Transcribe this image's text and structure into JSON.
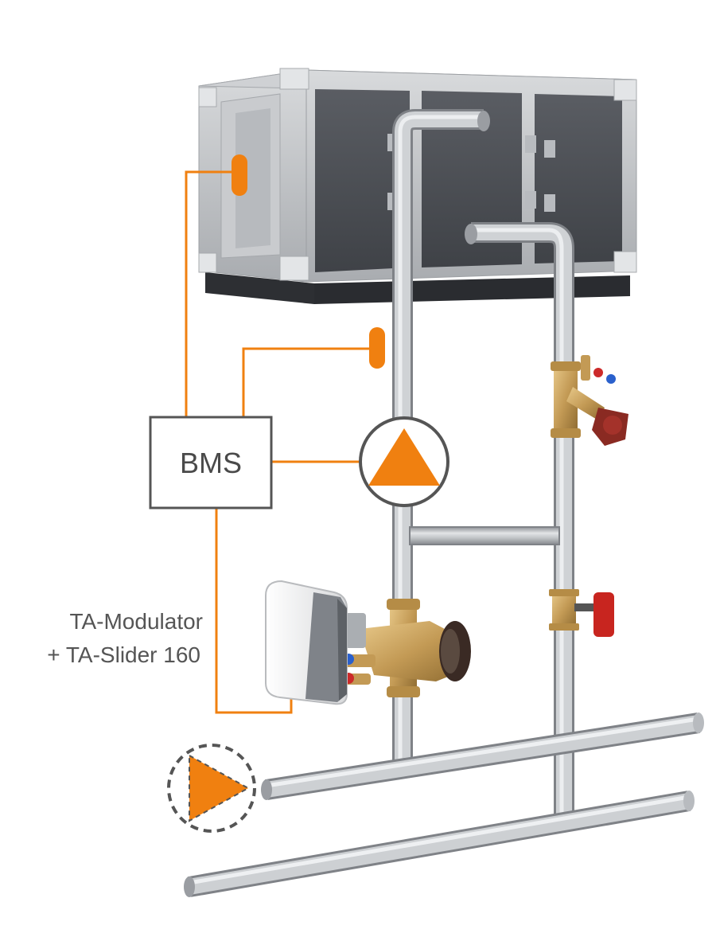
{
  "bms": {
    "label": "BMS"
  },
  "product_label": {
    "line1": "TA-Modulator",
    "line2": "+ TA-Slider 160"
  },
  "colors": {
    "accent": "#f08010",
    "signal_line": "#f08010",
    "pipe": "#b9bcc0",
    "brass": "#c8a060",
    "box_stroke": "#555555"
  },
  "icons": {
    "pump": "pump-icon",
    "pump_secondary": "pump-dashed-icon",
    "sensor": "sensor-icon",
    "air_handler": "air-handling-unit-icon",
    "control_valve": "control-valve-icon",
    "balancing_valve": "balancing-valve-icon",
    "shutoff_valve": "shutoff-valve-icon",
    "actuator": "actuator-icon"
  }
}
